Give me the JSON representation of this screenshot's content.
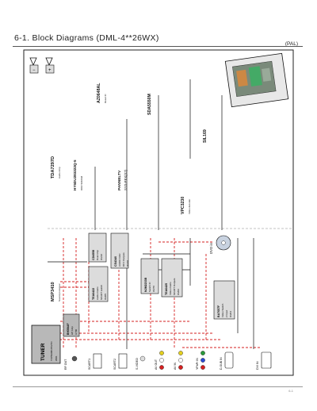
{
  "header": {
    "title": "6-1. Block Diagrams   (DML-4**26WX)",
    "region": "(PAL)"
  },
  "footer": {
    "page": "6-1"
  },
  "chips": {
    "tuner": {
      "name": "TUNER",
      "part": "TCPN9081PC27D",
      "ref": "#601"
    },
    "bh3544f": {
      "name": "BH3544F",
      "desc": "HP Amp",
      "ref": "U700"
    },
    "tea6422": {
      "name": "TEA6422",
      "desc1": "Audio matrix",
      "desc2": "SCART switch",
      "ref": "IC205"
    },
    "cd4558": {
      "name": "CD4558",
      "desc1": "Dual Amp",
      "ref": "IC210"
    },
    "cs4340": {
      "name": "CS4340",
      "desc1": "AUDIO DAC",
      "desc2": "DCX Outputs",
      "ref": "IC210"
    },
    "njm2233": {
      "name": "NJM2233B",
      "desc1": "Switch IC",
      "ref": "IC270"
    },
    "tea6425": {
      "name": "TEA6425",
      "desc1": "Video matrix",
      "desc2": "SCART Outputs",
      "ref": "IC202"
    },
    "ba7657": {
      "name": "BA7657F",
      "desc1": "Video Switch",
      "desc2": "2 Input",
      "ref": "IC204"
    }
  },
  "side_labels": {
    "msp3410": "MSP3410",
    "msp3410_desc": "Sound processor",
    "tda7297": "TDA7297D",
    "tda7297_desc": "Audio Amp",
    "hy5du": "HY5DU283222Q-5",
    "hy5du_desc": "DDR SDRAM",
    "az": "AZ0648AL",
    "az_desc": "Reset IC",
    "sda": "SDA5550M",
    "pannel": "PANNELTV",
    "pannel2": "SYS-PEX(S2)",
    "sil": "SIL169",
    "vpc": "VPC3230",
    "vpc_desc": "Video decoder",
    "dvd": "DVD in"
  },
  "connectors": {
    "rf_out": "RF OUT",
    "scart1": "SCART1",
    "scart2": "SCART2",
    "s_video": "S-VIDEO",
    "av_out": "AV OUT",
    "av_in": "AV IN",
    "ypbpr": "YPbPr IN",
    "dsub": "D-SUB IN",
    "dvi": "DVI IN"
  },
  "colors": {
    "signal": "#d42020",
    "line": "#111111",
    "chip_fill": "#dcdcdc",
    "tuner_fill": "#b8b8b8"
  }
}
